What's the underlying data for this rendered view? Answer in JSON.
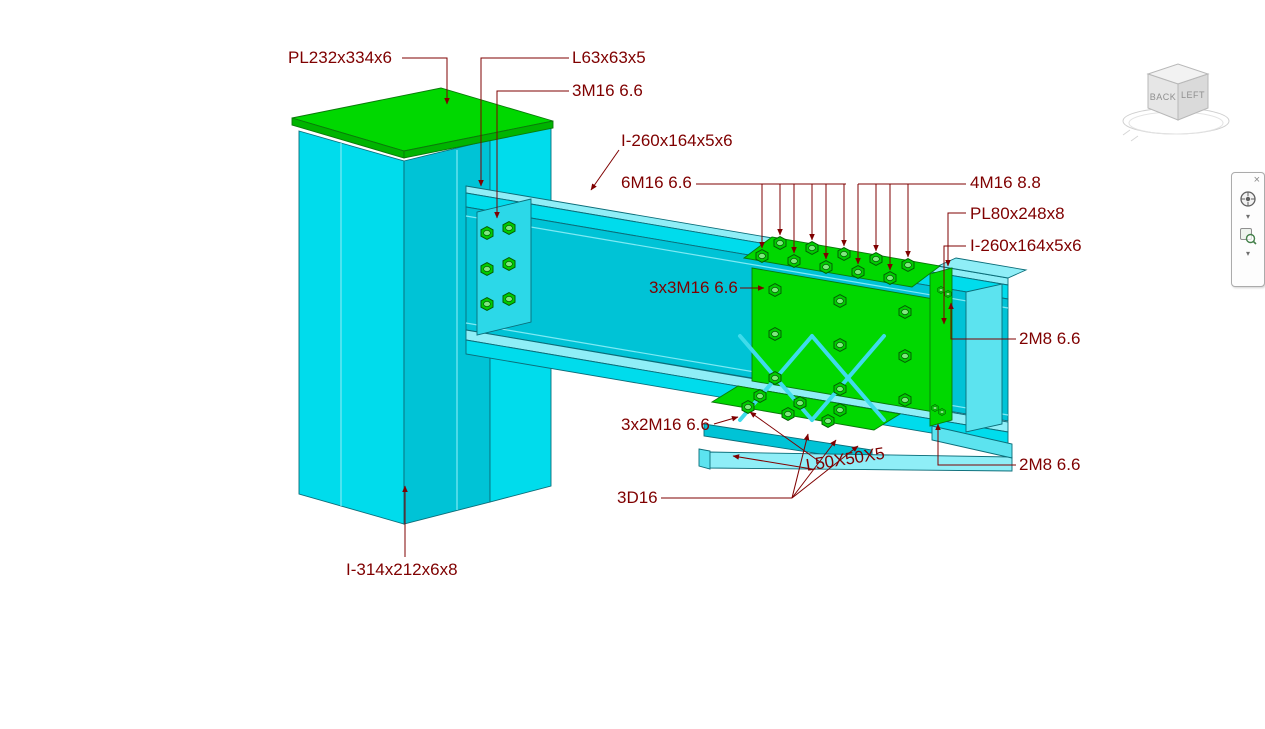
{
  "colors": {
    "background": "#ffffff",
    "annotation": "#7f0000",
    "steel_cyan": "#00dcec",
    "steel_cyan_dark": "#00c3d6",
    "steel_cyan_light": "#8feef7",
    "plate_green": "#00d800",
    "bolt_green": "#00cc00",
    "outline_teal": "#0b6d79"
  },
  "annotations": [
    {
      "text": "PL232x334x6"
    },
    {
      "text": "L63x63x5"
    },
    {
      "text": "3M16 6.6"
    },
    {
      "text": "I-260x164x5x6"
    },
    {
      "text": "6M16 6.6"
    },
    {
      "text": "4M16 8.8"
    },
    {
      "text": "PL80x248x8"
    },
    {
      "text": "I-260x164x5x6"
    },
    {
      "text": "3x3M16 6.6"
    },
    {
      "text": "2M8 6.6"
    },
    {
      "text": "3x2M16 6.6"
    },
    {
      "text": "2M8 6.6"
    },
    {
      "text": "L50X50X5"
    },
    {
      "text": "3D16"
    },
    {
      "text": "I-314x212x6x8"
    }
  ],
  "viewcube": {
    "face_back_label": "BACK",
    "face_left_label": "LEFT"
  },
  "navbar": {
    "close_glyph": "×",
    "chevron_glyph": "▾"
  }
}
